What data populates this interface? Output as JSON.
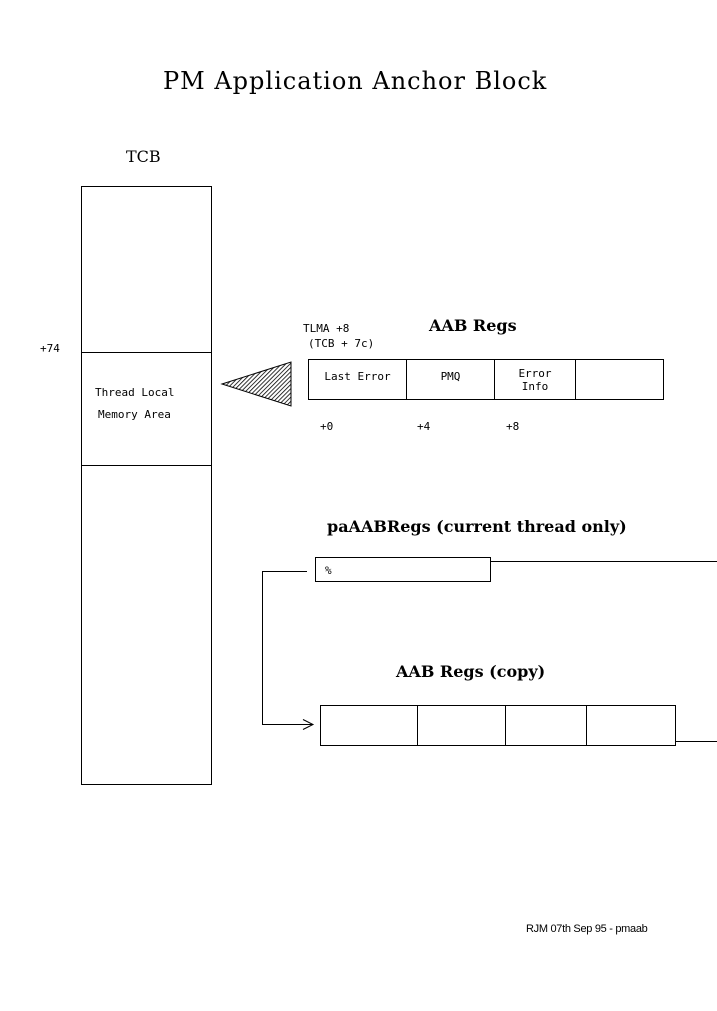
{
  "title": "PM Application Anchor Block",
  "tcb": {
    "label": "TCB",
    "offset": "+74",
    "tlma_line1": "Thread Local",
    "tlma_line2": "Memory Area"
  },
  "aab_regs": {
    "pointer_line1": "TLMA +8",
    "pointer_line2": "(TCB + 7c)",
    "title": "AAB Regs",
    "cells": [
      "Last Error",
      "PMQ",
      "Error",
      "Info",
      ""
    ],
    "offsets": [
      "+0",
      "+4",
      "+8"
    ]
  },
  "pointer": {
    "title": "paAABRegs (current thread only)",
    "value": "%"
  },
  "copy": {
    "title": "AAB Regs (copy)"
  },
  "footer": "RJM 07th Sep 95 - pmaab",
  "colors": {
    "line": "#000000",
    "background": "#ffffff",
    "arrow_fill": "#555555"
  }
}
